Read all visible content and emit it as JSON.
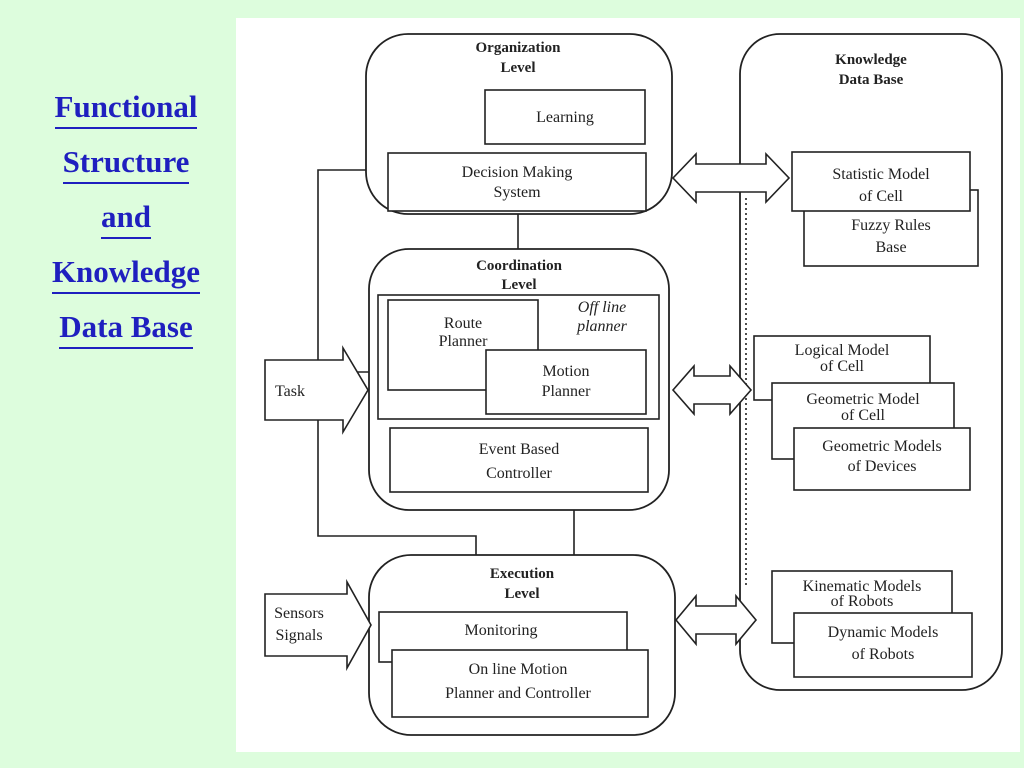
{
  "page_title": [
    "Functional",
    "Structure",
    "and",
    "Knowledge",
    "Data Base"
  ],
  "colors": {
    "background": "#ddfddd",
    "title": "#1f1fbf",
    "figure_bg": "#ffffff",
    "stroke": "#222222"
  },
  "organization": {
    "title": [
      "Organization",
      "Level"
    ],
    "learning": "Learning",
    "decision": [
      "Decision Making",
      "System"
    ]
  },
  "coordination": {
    "title": [
      "Coordination",
      "Level"
    ],
    "offline": [
      "Off line",
      "planner"
    ],
    "route": [
      "Route",
      "Planner"
    ],
    "motion": [
      "Motion",
      "Planner"
    ],
    "event": [
      "Event Based",
      "Controller"
    ]
  },
  "execution": {
    "title": [
      "Execution",
      "Level"
    ],
    "monitoring": "Monitoring",
    "online": [
      "On line Motion",
      "Planner and Controller"
    ]
  },
  "inputs": {
    "task": "Task",
    "sensors": [
      "Sensors",
      "Signals"
    ]
  },
  "knowledge": {
    "title": [
      "Knowledge",
      "Data Base"
    ],
    "statistic": [
      "Statistic Model",
      "of Cell"
    ],
    "fuzzy": [
      "Fuzzy Rules",
      "Base"
    ],
    "logical": [
      "Logical Model",
      "of Cell"
    ],
    "geometric_cell": [
      "Geometric Model",
      "of Cell"
    ],
    "geometric_devices": [
      "Geometric Models",
      "of Devices"
    ],
    "kinematic": [
      "Kinematic Models",
      "of Robots"
    ],
    "dynamic": [
      "Dynamic Models",
      "of Robots"
    ]
  }
}
